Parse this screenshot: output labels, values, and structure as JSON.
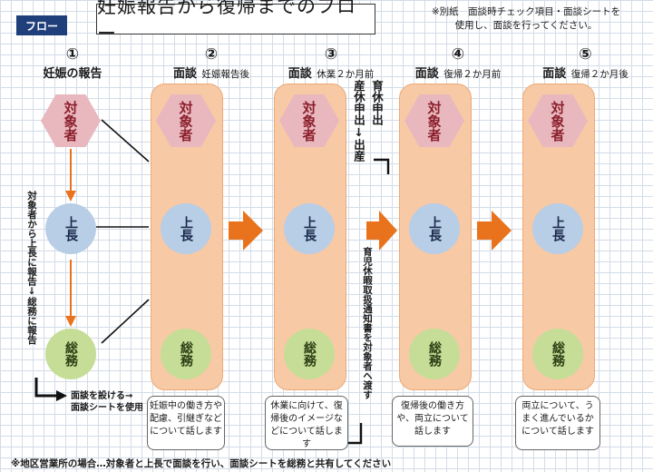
{
  "header": {
    "badge": "フロー",
    "title": "妊娠報告から復帰までのフロー",
    "note_line1": "※別紙　面談時チェック項目・面談シートを",
    "note_line2": "使用し、面談を行ってください。"
  },
  "steps": [
    {
      "num": "①",
      "title": "妊娠の報告",
      "sub": ""
    },
    {
      "num": "②",
      "title": "面談",
      "sub": "妊娠報告後"
    },
    {
      "num": "③",
      "title": "面談",
      "sub": "休業２か月前"
    },
    {
      "num": "④",
      "title": "面談",
      "sub": "復帰２か月前"
    },
    {
      "num": "⑤",
      "title": "面談",
      "sub": "復帰２か月後"
    }
  ],
  "roles": {
    "target": "対象者",
    "boss": "上長",
    "general": "総務"
  },
  "left_vertical": "対象者から上長に報告↓総務に報告",
  "set_meeting_line1": "面談を設ける→",
  "set_meeting_line2": "面談シートを使用",
  "birth": {
    "col1": "育休申出",
    "col2": "産休申出↓出産"
  },
  "leave_doc": "育児休暇取扱通知書を対象者へ渡す",
  "descriptions": [
    "妊娠中の働き方や配慮、引継ぎなどについて話します",
    "休業に向けて、復帰後のイメージなどについて話します",
    "復帰後の働き方や、両立について話します",
    "両立について、うまく進んでいるかについて話します"
  ],
  "footer": "※地区営業所の場合…対象者と上長で面談を行い、面談シートを総務と共有してください",
  "colors": {
    "column": "#f8c9a5",
    "hex": "#e9b8bf",
    "boss": "#b8cde6",
    "general": "#c5dd96",
    "arrow": "#e8731c"
  }
}
